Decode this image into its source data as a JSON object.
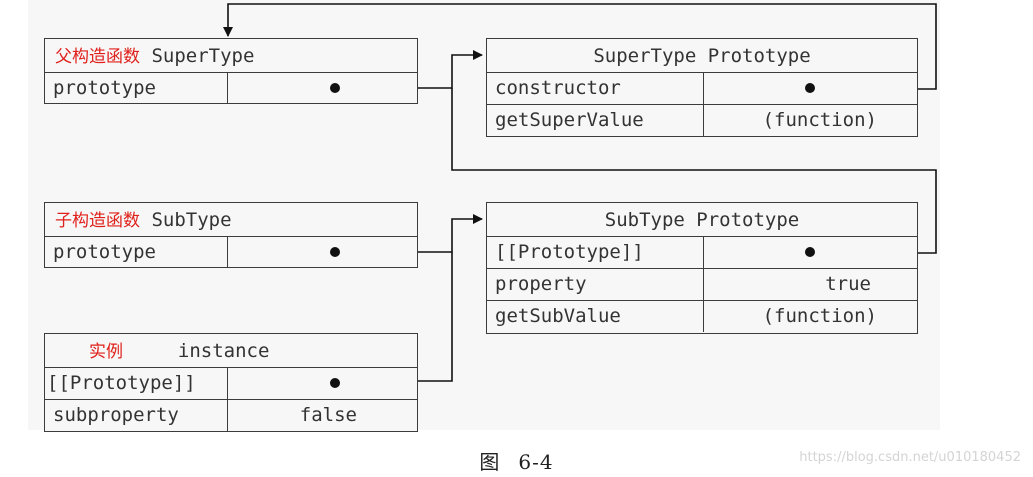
{
  "super_ctor": {
    "cn_label": "父构造函数",
    "name": "SuperType",
    "row_label": "prototype"
  },
  "super_proto": {
    "title": "SuperType Prototype",
    "rows": [
      {
        "key": "constructor",
        "value": ""
      },
      {
        "key": "getSuperValue",
        "value": "(function)"
      }
    ]
  },
  "sub_ctor": {
    "cn_label": "子构造函数",
    "name": "SubType",
    "row_label": "prototype"
  },
  "sub_proto": {
    "title": "SubType Prototype",
    "rows": [
      {
        "key": "[[Prototype]]",
        "value": ""
      },
      {
        "key": "property",
        "value": "true"
      },
      {
        "key": "getSubValue",
        "value": "(function)"
      }
    ]
  },
  "instance": {
    "cn_label": "实例",
    "name": "instance",
    "rows": [
      {
        "key": "[[Prototype]]",
        "value": ""
      },
      {
        "key": "subproperty",
        "value": "false"
      }
    ]
  },
  "caption": {
    "figure": "图",
    "number": "6-4"
  },
  "watermark": "https://blog.csdn.net/u010180452",
  "colors": {
    "label_red": "#e0201b",
    "line": "#111111",
    "border": "#3c3c3c",
    "bg": "#f7f7f7"
  }
}
